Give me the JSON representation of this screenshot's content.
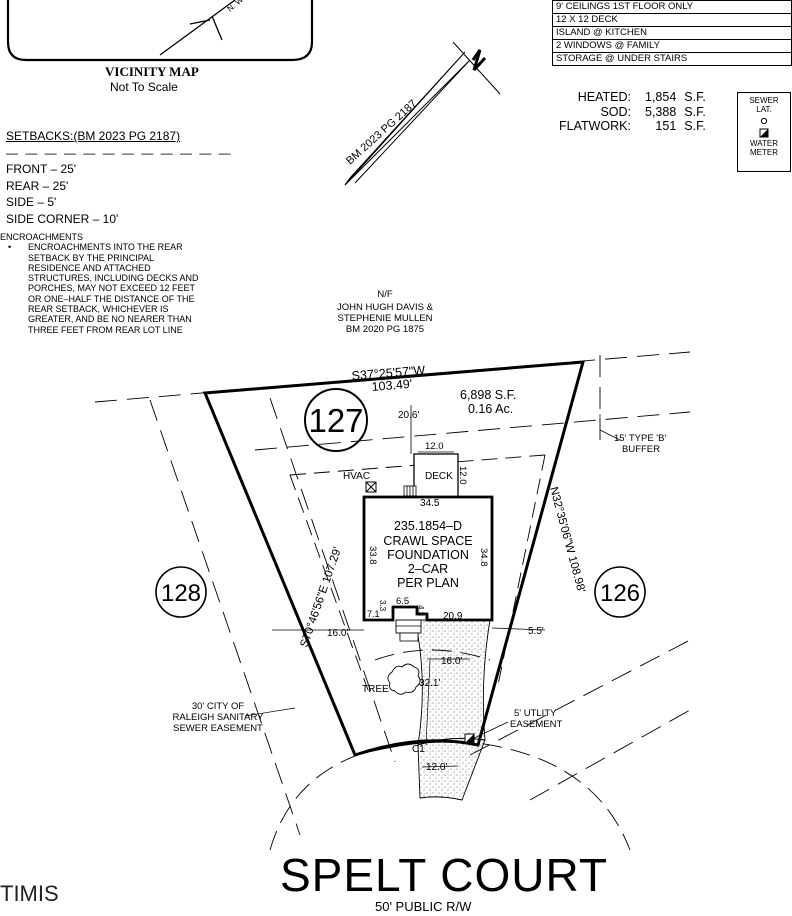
{
  "vicinity_map": {
    "title": "VICINITY MAP",
    "subtitle": "Not To Scale",
    "road_label": "N. W"
  },
  "setbacks": {
    "header": "SETBACKS:(BM 2023 PG 2187)",
    "lines": [
      "FRONT – 25'",
      "REAR – 25'",
      "SIDE – 5'",
      "SIDE CORNER – 10'"
    ]
  },
  "encroachments": {
    "title": "ENCROACHMENTS",
    "lines": [
      "ENCROACHMENTS INTO THE REAR",
      "SETBACK BY THE PRINCIPAL",
      "RESIDENCE AND ATTACHED",
      "STRUCTURES, INCLUDING DECKS AND",
      "PORCHES, MAY NOT EXCEED 12 FEET",
      "OR ONE–HALF THE DISTANCE OF THE",
      "REAR SETBACK, WHICHEVER IS",
      "GREATER, AND BE NO NEARER THAN",
      "THREE FEET FROM REAR LOT LINE"
    ]
  },
  "options": [
    "9' CEILINGS 1ST FLOOR ONLY",
    "12 X 12 DECK",
    "ISLAND @ KITCHEN",
    "2 WINDOWS @ FAMILY",
    "STORAGE @ UNDER STAIRS"
  ],
  "areas": [
    {
      "label": "HEATED:",
      "value": "1,854",
      "unit": "S.F."
    },
    {
      "label": "SOD:",
      "value": "5,388",
      "unit": "S.F."
    },
    {
      "label": "FLATWORK:",
      "value": "151",
      "unit": "S.F."
    }
  ],
  "legend": {
    "sewer": "SEWER",
    "lat": "LAT.",
    "water": "WATER",
    "meter": "METER"
  },
  "plat_ref": "BM 2023 PG 2187",
  "neighbor": {
    "nf": "N/F",
    "line1": "JOHN HUGH DAVIS &",
    "line2": "STEPHENIE MULLEN",
    "line3": "BM 2020 PG 1875"
  },
  "lot": {
    "number": "127",
    "area_sf": "6,898 S.F.",
    "area_ac": "0.16 Ac.",
    "rear_bearing": "S37°25'57\"W",
    "rear_distance": "103.49'",
    "left_bearing": "S70°46'56\"E  107.29'",
    "right_bearing": "N32°35'06\"W  108.98'",
    "left_lot": "128",
    "right_lot": "126"
  },
  "house": {
    "line1": "235.1854–D",
    "line2": "CRAWL SPACE",
    "line3": "FOUNDATION",
    "line4": "2–CAR",
    "line5": "PER PLAN",
    "top_dim": "34.5",
    "left_dim": "33.8",
    "right_dim": "34.8",
    "bottom_dim": "20.9",
    "step_dim": "6.5",
    "porch_dim1": "7.1",
    "porch_dim2": "3.3",
    "porch_dim3": "4.3"
  },
  "deck": {
    "label": "DECK",
    "width": "12.0",
    "depth": "12.0"
  },
  "dims": {
    "rear_offset": "20.6'",
    "left_offset": "16.0'",
    "right_offset": "5.5'",
    "drive_width": "16.0'",
    "drive_length": "32.1'",
    "apron_width": "12.0'",
    "curve": "C1"
  },
  "labels": {
    "hvac": "HVAC",
    "tree": "TREE",
    "buffer1": "15' TYPE 'B'",
    "buffer2": "BUFFER",
    "sewer_ease1": "30' CITY OF",
    "sewer_ease2": "RALEIGH SANITARY",
    "sewer_ease3": "SEWER EASEMENT",
    "util_ease1": "5' UTLITY",
    "util_ease2": "EASEMENT"
  },
  "street": {
    "name": "SPELT COURT",
    "row": "50' PUBLIC R/W"
  },
  "corner_text": "TIMIS"
}
